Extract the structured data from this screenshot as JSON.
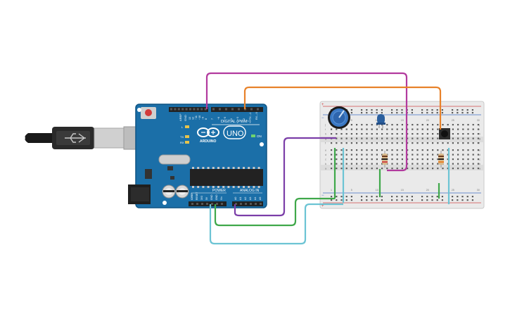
{
  "arduino": {
    "brand": "ARDUINO",
    "model": "UNO",
    "digital_header_label": "DIGITAL (PWM~)",
    "power_label": "POWER",
    "analog_label": "ANALOG IN",
    "on_label": "ON",
    "tx_label": "TX",
    "rx_label": "RX",
    "l_label": "L",
    "aref_label": "AREF",
    "gnd_label": "GND",
    "digital_pins": [
      "13",
      "12",
      "~11",
      "~10",
      "~9",
      "8",
      "7",
      "~6",
      "~5",
      "4",
      "~3",
      "2",
      "TX→1",
      "RX←0"
    ],
    "power_pins": [
      "IOREF",
      "RESET",
      "3V3",
      "5V",
      "GND",
      "GND",
      "Vin"
    ],
    "analog_pins": [
      "A0",
      "A1",
      "A2",
      "A3",
      "A4",
      "A5"
    ]
  },
  "breadboard": {
    "column_numbers": [
      "1",
      "5",
      "10",
      "15",
      "20",
      "25",
      "30"
    ],
    "row_letters_top": [
      "j",
      "i",
      "h",
      "g",
      "f"
    ],
    "row_letters_bottom": [
      "e",
      "d",
      "c",
      "b",
      "a"
    ],
    "plus_sign": "+",
    "minus_sign": "−"
  },
  "colors": {
    "board_blue": "#1b6fa8",
    "wire_magenta": "#b23a9e",
    "wire_orange": "#e8822a",
    "wire_purple": "#7b3ea8",
    "wire_green": "#3fa84a",
    "wire_cyan": "#6cc4d4",
    "led_blue": "#2a5f9e",
    "pot_blue": "#3a78c4"
  },
  "icons": {
    "usb_cable": "usb-cable-icon",
    "reset": "reset-button-icon",
    "infinity_logo": "infinity-logo-icon"
  }
}
